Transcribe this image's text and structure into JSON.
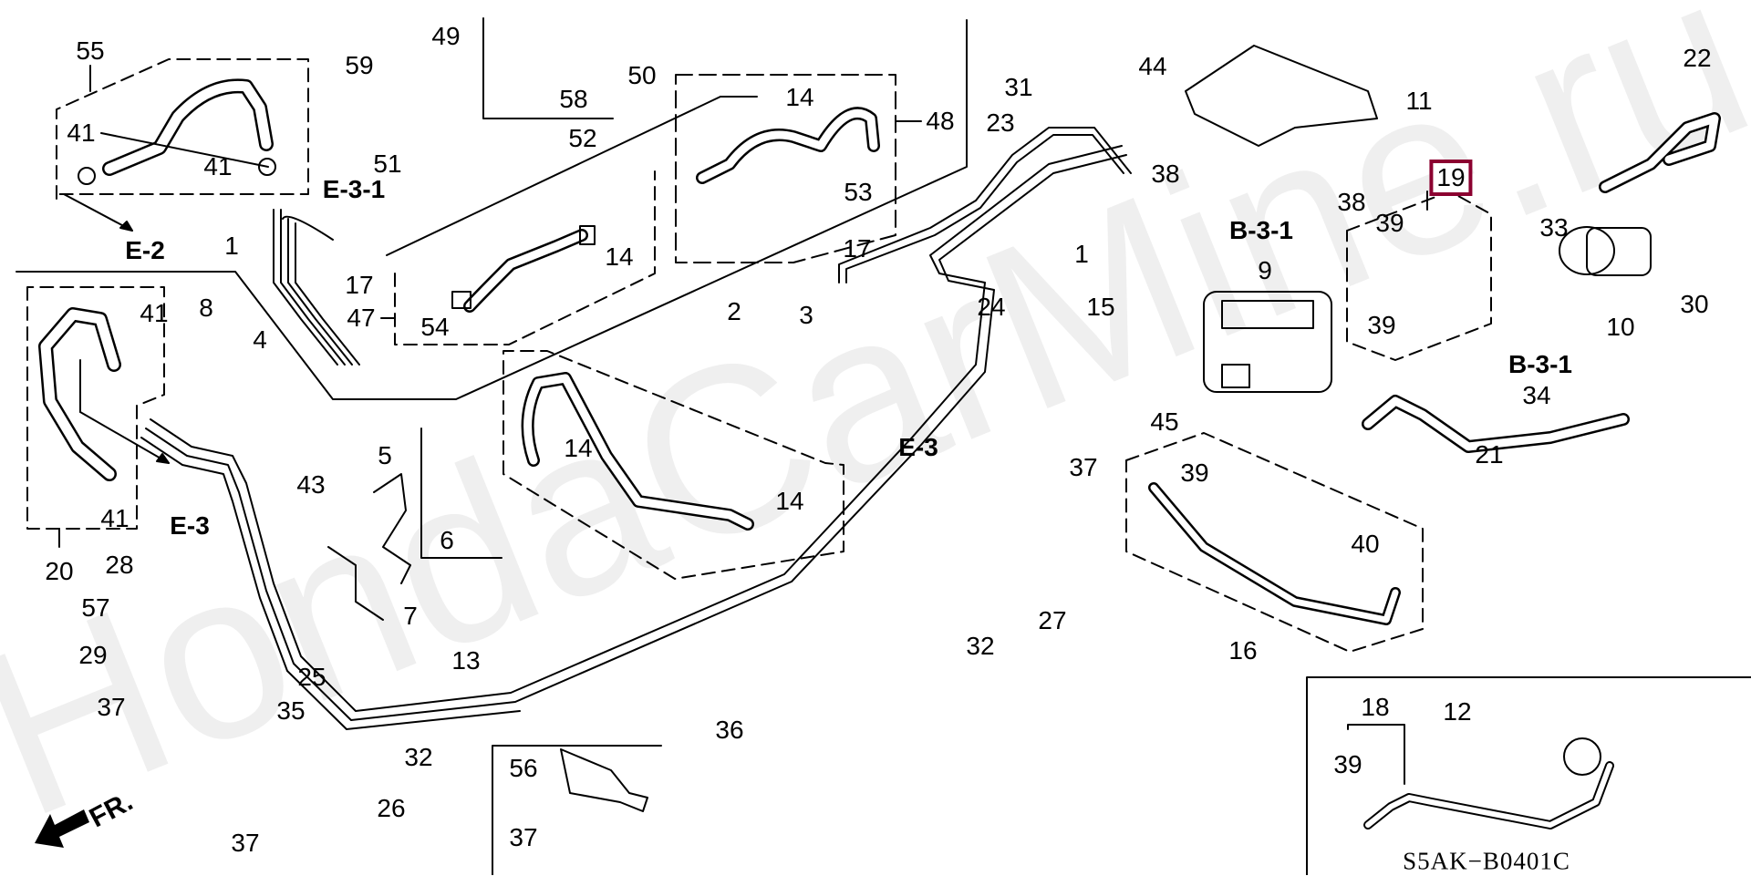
{
  "diagram": {
    "title": "Fuel line / evaporative canister parts diagram",
    "watermark": "HondaCarMine.ru",
    "code": "S5AK−B0401C",
    "front_indicator": "FR.",
    "highlight_color": "#8B0030",
    "highlighted_part": "19",
    "callouts": [
      {
        "id": "c55",
        "label": "55"
      },
      {
        "id": "c41a",
        "label": "41"
      },
      {
        "id": "c41b",
        "label": "41"
      },
      {
        "id": "c59",
        "label": "59"
      },
      {
        "id": "c49",
        "label": "49"
      },
      {
        "id": "c50",
        "label": "50"
      },
      {
        "id": "c58",
        "label": "58"
      },
      {
        "id": "c52",
        "label": "52"
      },
      {
        "id": "c51",
        "label": "51"
      },
      {
        "id": "c14a",
        "label": "14"
      },
      {
        "id": "c48",
        "label": "48"
      },
      {
        "id": "c53",
        "label": "53"
      },
      {
        "id": "c1a",
        "label": "1"
      },
      {
        "id": "c17a",
        "label": "17"
      },
      {
        "id": "c47",
        "label": "47"
      },
      {
        "id": "c54",
        "label": "54"
      },
      {
        "id": "c14b",
        "label": "14"
      },
      {
        "id": "c41c",
        "label": "41"
      },
      {
        "id": "c8",
        "label": "8"
      },
      {
        "id": "c4",
        "label": "4"
      },
      {
        "id": "c41d",
        "label": "41"
      },
      {
        "id": "c20",
        "label": "20"
      },
      {
        "id": "c5",
        "label": "5"
      },
      {
        "id": "c43",
        "label": "43"
      },
      {
        "id": "c6",
        "label": "6"
      },
      {
        "id": "c28",
        "label": "28"
      },
      {
        "id": "c57",
        "label": "57"
      },
      {
        "id": "c7",
        "label": "7"
      },
      {
        "id": "c13",
        "label": "13"
      },
      {
        "id": "c29",
        "label": "29"
      },
      {
        "id": "c25",
        "label": "25"
      },
      {
        "id": "c37a",
        "label": "37"
      },
      {
        "id": "c35",
        "label": "35"
      },
      {
        "id": "c32a",
        "label": "32"
      },
      {
        "id": "c26",
        "label": "26"
      },
      {
        "id": "c37b",
        "label": "37"
      },
      {
        "id": "c2",
        "label": "2"
      },
      {
        "id": "c3",
        "label": "3"
      },
      {
        "id": "c14c",
        "label": "14"
      },
      {
        "id": "c14d",
        "label": "14"
      },
      {
        "id": "c17b",
        "label": "17"
      },
      {
        "id": "c24",
        "label": "24"
      },
      {
        "id": "c31",
        "label": "31"
      },
      {
        "id": "c23",
        "label": "23"
      },
      {
        "id": "c44",
        "label": "44"
      },
      {
        "id": "c11",
        "label": "11"
      },
      {
        "id": "c38a",
        "label": "38"
      },
      {
        "id": "c38b",
        "label": "38"
      },
      {
        "id": "c1b",
        "label": "1"
      },
      {
        "id": "c15",
        "label": "15"
      },
      {
        "id": "c9",
        "label": "9"
      },
      {
        "id": "c39a",
        "label": "39"
      },
      {
        "id": "c39b",
        "label": "39"
      },
      {
        "id": "c22",
        "label": "22"
      },
      {
        "id": "c33",
        "label": "33"
      },
      {
        "id": "c10",
        "label": "10"
      },
      {
        "id": "c30",
        "label": "30"
      },
      {
        "id": "c34",
        "label": "34"
      },
      {
        "id": "c21",
        "label": "21"
      },
      {
        "id": "c45",
        "label": "45"
      },
      {
        "id": "c39c",
        "label": "39"
      },
      {
        "id": "c40",
        "label": "40"
      },
      {
        "id": "c16",
        "label": "16"
      },
      {
        "id": "c37c",
        "label": "37"
      },
      {
        "id": "c27",
        "label": "27"
      },
      {
        "id": "c32b",
        "label": "32"
      },
      {
        "id": "c36",
        "label": "36"
      },
      {
        "id": "c56",
        "label": "56"
      },
      {
        "id": "c37d",
        "label": "37"
      },
      {
        "id": "c18",
        "label": "18"
      },
      {
        "id": "c12",
        "label": "12"
      },
      {
        "id": "c39d",
        "label": "39"
      }
    ],
    "references": [
      {
        "id": "rE2",
        "label": "E-2"
      },
      {
        "id": "rE31",
        "label": "E-3-1"
      },
      {
        "id": "rE3a",
        "label": "E-3"
      },
      {
        "id": "rE3b",
        "label": "E-3"
      },
      {
        "id": "rB31a",
        "label": "B-3-1"
      },
      {
        "id": "rB31b",
        "label": "B-3-1"
      }
    ]
  }
}
